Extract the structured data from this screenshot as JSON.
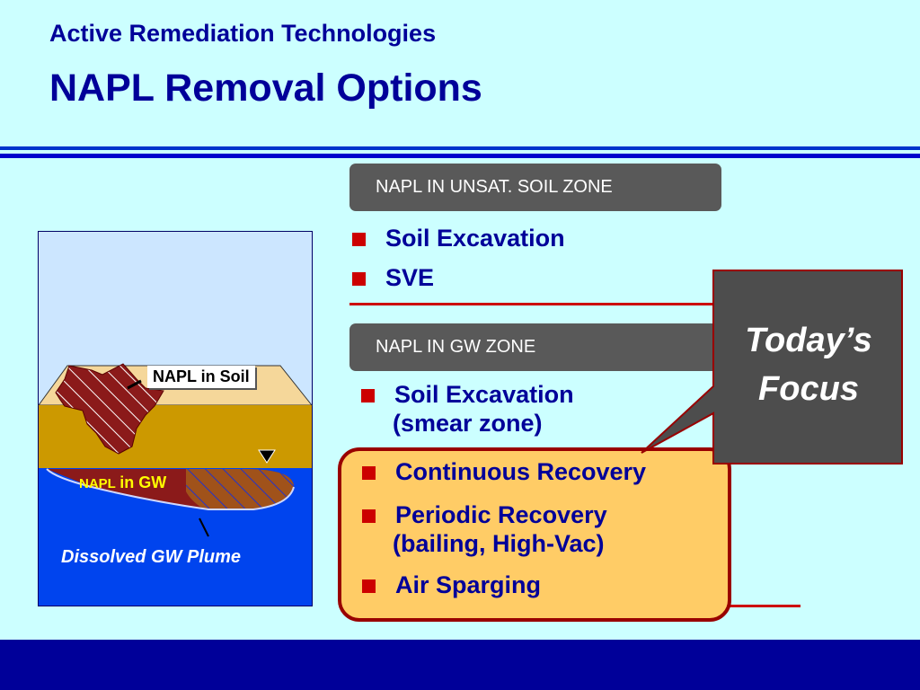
{
  "header": {
    "subtitle": "Active Remediation Technologies",
    "title": "NAPL Removal Options"
  },
  "unsat_zone": {
    "label": "NAPL IN UNSAT. SOIL ZONE",
    "items": [
      "Soil Excavation",
      "SVE"
    ]
  },
  "gw_zone": {
    "label": "NAPL IN GW ZONE",
    "item1": "Soil Excavation",
    "item1_cont": "(smear zone)",
    "recovery": {
      "item1": "Continuous Recovery",
      "item2": "Periodic Recovery",
      "item2_cont": "(bailing, High-Vac)",
      "item3": "Air Sparging"
    }
  },
  "callout": {
    "line1": "Today’s",
    "line2": "Focus"
  },
  "diagram": {
    "napl_in_soil": "NAPL in Soil",
    "napl_in_gw_prefix": "NAPL",
    "napl_in_gw_suffix": "in GW",
    "plume_label": "Dissolved GW Plume"
  },
  "colors": {
    "background": "#ccffff",
    "title": "#000099",
    "bullet": "#cc0000",
    "zone_box": "#595959",
    "recovery_fill": "#ffcc66",
    "soil": "#cc9900",
    "groundwater": "#0044ee",
    "napl": "#8b1a1a"
  }
}
